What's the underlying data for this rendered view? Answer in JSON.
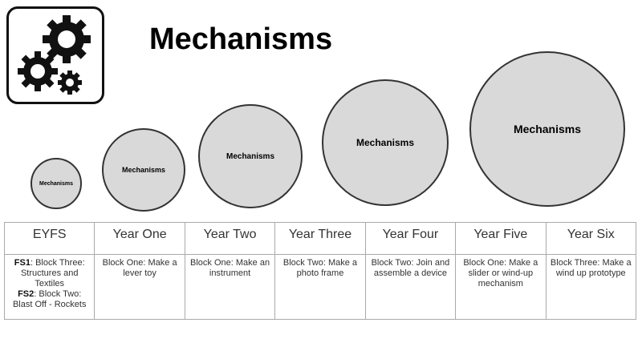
{
  "title": "Mechanisms",
  "circles": [
    "Mechanisms",
    "Mechanisms",
    "Mechanisms",
    "Mechanisms",
    "Mechanisms"
  ],
  "table": {
    "headers": [
      "EYFS",
      "Year One",
      "Year Two",
      "Year Three",
      "Year Four",
      "Year Five",
      "Year Six"
    ],
    "eyfs": {
      "fs1_label": "FS1",
      "fs1_text": ": Block Three: Structures and Textiles",
      "fs2_label": "FS2",
      "fs2_text": ": Block Two: Blast Off - Rockets"
    },
    "cells": [
      "Block One: Make a lever toy",
      "Block One: Make an instrument",
      "Block Two: Make a photo frame",
      "Block Two: Join and assemble a device",
      "Block One: Make a slider or wind-up mechanism",
      "Block Three: Make a wind up prototype"
    ]
  }
}
